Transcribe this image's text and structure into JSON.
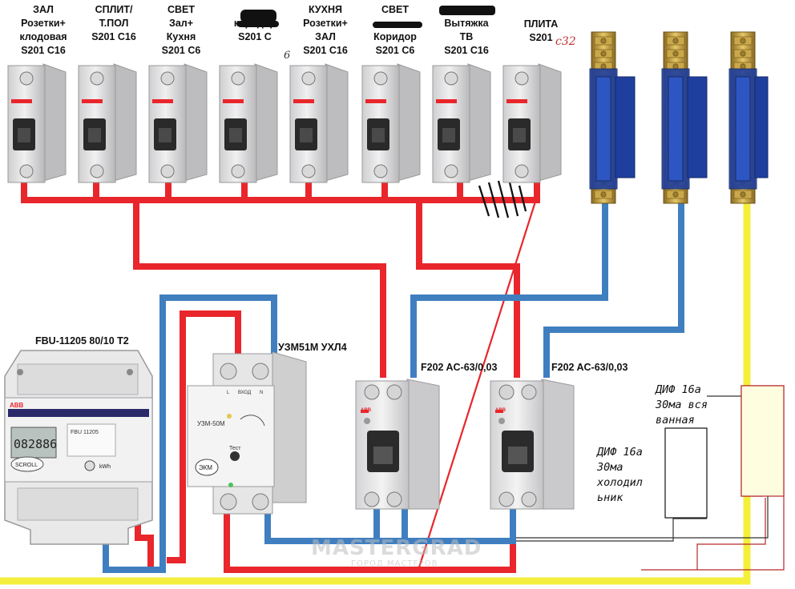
{
  "breakers": [
    {
      "lines": [
        "ЗАЛ",
        "Розетки+",
        "клодовая",
        "S201 C16"
      ]
    },
    {
      "lines": [
        "СПЛИТ/",
        "Т.ПОЛ",
        "S201 C16"
      ]
    },
    {
      "lines": [
        "СВЕТ",
        "Зал+",
        "Кухня",
        "S201 C6"
      ]
    },
    {
      "lines": [
        "",
        "коридор",
        "S201 C"
      ]
    },
    {
      "lines": [
        "КУХНЯ",
        "Розетки+",
        "ЗАЛ",
        "S201 C16"
      ]
    },
    {
      "lines": [
        "СВЕТ",
        "",
        "Коридор",
        "S201 C6"
      ]
    },
    {
      "lines": [
        "",
        "Вытяжка",
        "ТВ",
        "S201 C16"
      ]
    },
    {
      "lines": [
        "ПЛИТА",
        "S201"
      ]
    }
  ],
  "handwritten": {
    "c32": "с32",
    "six": "6"
  },
  "meter": {
    "label": "FBU-11205 80/10 T2",
    "brand": "ABB",
    "model": "FBU 11205",
    "display": "082886",
    "scroll": "SCROLL",
    "kwh": "kWh"
  },
  "relay": {
    "label": "УЗМ51М УХЛ4",
    "name": "УЗМ-50М",
    "logo": "ЭКМ",
    "test": "Тест",
    "in": "ВХОД",
    "l": "L",
    "n": "N"
  },
  "rcds": [
    {
      "label": "F202 AC-63/0,03",
      "brand": "ABB"
    },
    {
      "label": "F202 AC-63/0,03",
      "brand": "ABB"
    }
  ],
  "notes": {
    "bath": [
      "ДИФ 16а",
      "30ма вся",
      "ванная"
    ],
    "fridge": [
      "ДИФ 16а",
      "30ма",
      "холодил",
      "ьник"
    ]
  },
  "watermark": {
    "main": "MASTERGRAD",
    "sub": "ГОРОД МАСТЕРОВ"
  },
  "colors": {
    "phase": "#e8262b",
    "neutral": "#3f7fc0",
    "earth": "#f4ef3c",
    "bus": "#1f3f9e",
    "thin": "#b52a2a"
  }
}
